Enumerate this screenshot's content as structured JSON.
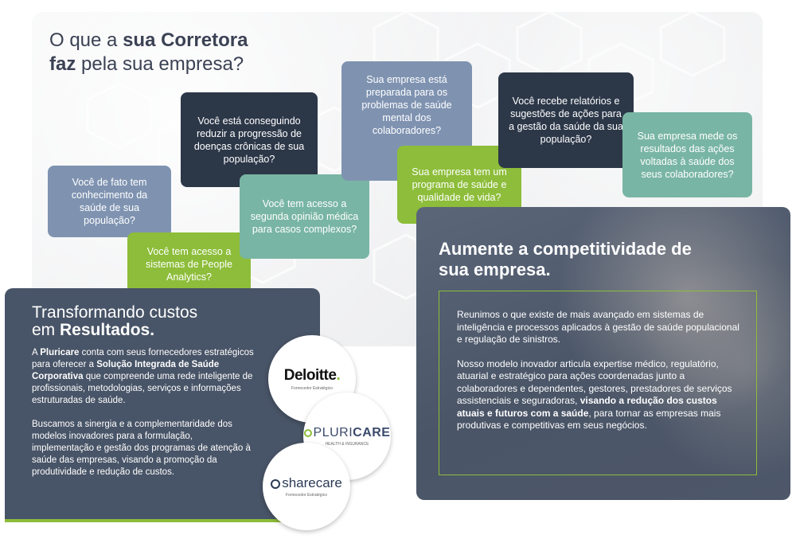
{
  "hero": {
    "title_part1": "O que a ",
    "title_bold1": "sua Corretora",
    "title_bold2": "faz",
    "title_part2": " pela sua empresa?"
  },
  "questions": {
    "q_conhecimento": "Você de fato tem conhecimento da saúde de sua população?",
    "q_people_analytics": "Você tem acesso a sistemas de People Analytics?",
    "q_doencas_cronicas": "Você está conseguindo reduzir a progressão de doenças crônicas de sua população?",
    "q_segunda_opiniao": "Você tem acesso a segunda opinião médica para casos complexos?",
    "q_saude_mental": "Sua empresa está preparada para os problemas de saúde mental dos colaboradores?",
    "q_programa_saude": "Sua empresa tem um programa de saúde e qualidade de vida?",
    "q_relatorios": "Você recebe relatórios e sugestões de ações para a gestão da saúde da sua população?",
    "q_mede_resultados": "Sua empresa mede os resultados das ações voltadas à saúde dos seus colaboradores?"
  },
  "left_panel": {
    "title_line1": "Transformando custos",
    "title_line2_prefix": "em ",
    "title_line2_bold": "Resultados.",
    "p1_a": "A ",
    "p1_b": "Pluricare",
    "p1_c": " conta com seus fornecedores estratégicos para oferecer a ",
    "p1_d": "Solução Integrada de Saúde Corporativa",
    "p1_e": " que compreende uma rede inteligente de profissionais, metodologias, serviços e informações estruturadas de saúde.",
    "p2": "Buscamos a sinergia e a complementaridade dos modelos inovadores para a formulação, implementação e gestão dos programas de atenção à saúde das empresas, visando a promoção da produtividade e redução de custos."
  },
  "logos": {
    "deloitte_name": "Deloitte",
    "deloitte_dot": ".",
    "deloitte_sub": "Fornecedor Estratégico",
    "pluricare_a": "PLURI",
    "pluricare_b": "CARE",
    "pluricare_sub": "HEALTH & INSURANCE",
    "sharecare_name": "sharecare",
    "sharecare_sub": "Fornecedor Estratégico"
  },
  "right_panel": {
    "title": "Aumente a competitividade de sua empresa.",
    "p1": "Reunimos o que existe de mais avançado em sistemas de inteligência e processos aplicados à gestão de saúde populacional e regulação de sinistros.",
    "p2_a": "Nosso modelo inovador articula expertise médico, regulatório, atuarial e estratégico para ações coordenadas junto a colaboradores e dependentes, gestores, prestadores de serviços assistenciais e seguradoras, ",
    "p2_b": "visando a redução dos custos atuais e futuros com a saúde",
    "p2_c": ", para tornar as empresas mais produtivas e competitivas em seus negócios."
  },
  "colors": {
    "navy": "#2c3748",
    "slate_blue": "#7f93b1",
    "teal": "#79b5a4",
    "green": "#8dbd3a",
    "panel": "#485467"
  }
}
